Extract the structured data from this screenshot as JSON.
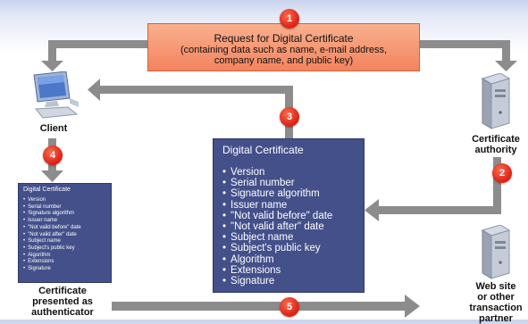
{
  "request": {
    "title": "Request for Digital Certificate",
    "detail_line1": "(containing data such as name, e-mail address,",
    "detail_line2": "company name, and public key)"
  },
  "steps": [
    "1",
    "2",
    "3",
    "4",
    "5"
  ],
  "nodes": {
    "client": "Client",
    "ca_line1": "Certificate",
    "ca_line2": "authority",
    "web_line1": "Web site",
    "web_line2": "or other",
    "web_line3": "transaction",
    "web_line4": "partner"
  },
  "certificate": {
    "title": "Digital Certificate",
    "fields": [
      "Version",
      "Serial number",
      "Signature algorithm",
      "Issuer name",
      "\"Not valid before\" date",
      "\"Not valid after\" date",
      "Subject name",
      "Subject's public key",
      "Algorithm",
      "Extensions",
      "Signature"
    ]
  },
  "presented": {
    "line1": "Certificate",
    "line2": "presented as",
    "line3": "authenticator"
  },
  "colors": {
    "arrow": "#8c8c8c",
    "request_box": "#f3835d",
    "step_badge": "#e0281b",
    "certificate": "#43508a"
  },
  "icons": [
    "client-computer-icon",
    "ca-server-icon",
    "web-server-icon"
  ]
}
